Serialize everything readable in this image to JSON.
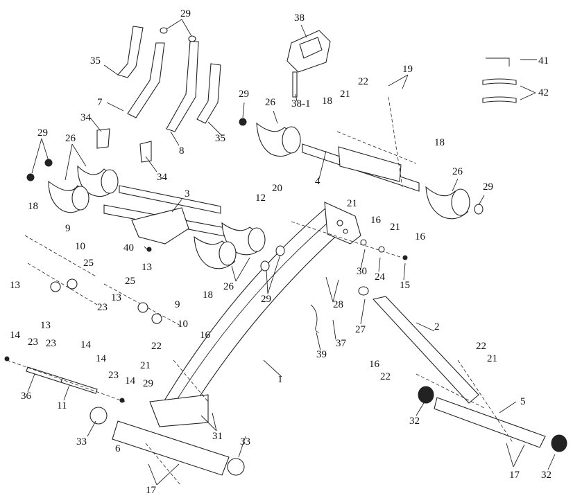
{
  "labels": [
    "1",
    "2",
    "3",
    "4",
    "5",
    "6",
    "7",
    "8",
    "9",
    "9",
    "10",
    "10",
    "11",
    "12",
    "13",
    "13",
    "13",
    "13",
    "14",
    "14",
    "14",
    "14",
    "15",
    "16",
    "16",
    "16",
    "16",
    "17",
    "17",
    "18",
    "18",
    "18",
    "18",
    "19",
    "20",
    "21",
    "21",
    "21",
    "21",
    "21",
    "22",
    "22",
    "22",
    "22",
    "23",
    "23",
    "23",
    "23",
    "24",
    "25",
    "25",
    "26",
    "26",
    "26",
    "26",
    "27",
    "28",
    "29",
    "29",
    "29",
    "29",
    "29",
    "29",
    "30",
    "31",
    "32",
    "32",
    "33",
    "33",
    "34",
    "34",
    "35",
    "35",
    "36",
    "37",
    "38",
    "38-1",
    "39",
    "40",
    "41",
    "42"
  ]
}
